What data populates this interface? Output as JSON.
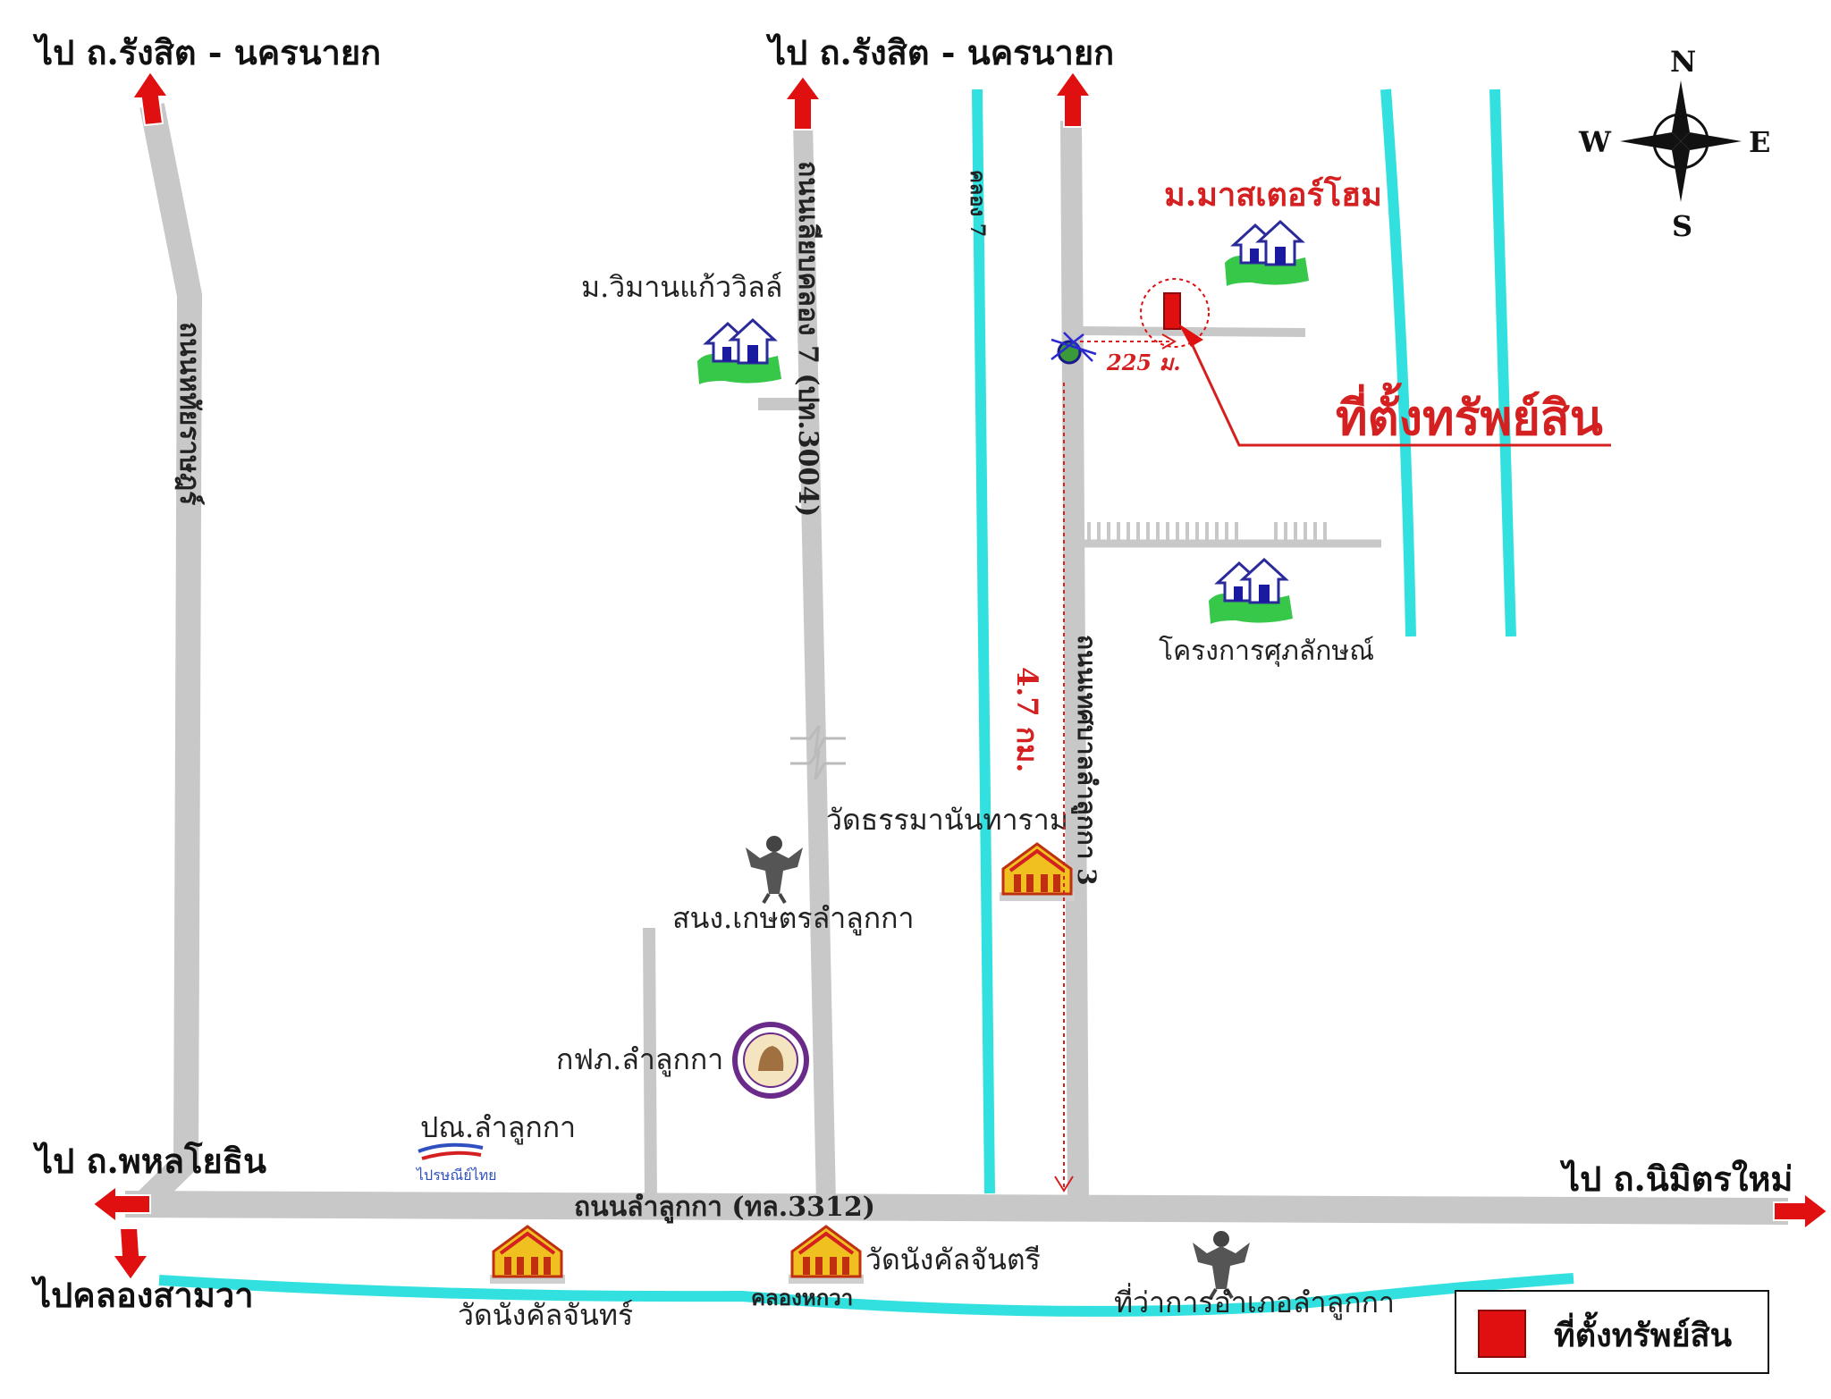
{
  "map": {
    "destinations": {
      "north_west": "ไป ถ.รังสิต - นครนายก",
      "north_center": "ไป ถ.รังสิต - นครนายก",
      "west": "ไป ถ.พหลโยธิน",
      "south_west": "ไปคลองสามวา",
      "east": "ไป ถ.นิมิตรใหม่"
    },
    "roads": {
      "left_vertical": "ถนนเลียบคลอง 7 (ปท.3004)",
      "far_left_vertical": "ถนนหทัยราษฎร์",
      "right_vertical": "ถนนเทศบาลลำลูกกา 3",
      "main_horizontal": "ถนนลำลูกกา (ทล.3312)"
    },
    "canals": {
      "klong7": "คลอง 7",
      "south_canal": "คลองหกวา"
    },
    "places": {
      "master_home": "ม.มาสเตอร์โฮม",
      "wimarn_kaew": "ม.วิมานแก้ววิลล์",
      "suphalak": "โครงการศุภลักษณ์",
      "wat_thammanan": "วัดธรรมานันทาราม",
      "agri_office": "สนง.เกษตรลำลูกกา",
      "pea_office": "กฟภ.ลำลูกกา",
      "post_office": "ปณ.ลำลูกกา",
      "post_logo_text": "ไปรษณีย์ไทย",
      "wat_nang_kan_chan": "วัดนังคัลจันทร์",
      "wat_nang_kan_chantri": "วัดนังคัลจันตรี",
      "district_office": "ที่ว่าการอำเภอลำลูกกา"
    },
    "property_label": "ที่ตั้งทรัพย์สิน",
    "distance_short": "225 ม.",
    "distance_long": "4.7 กม.",
    "compass": {
      "n": "N",
      "s": "S",
      "e": "E",
      "w": "W"
    },
    "legend": {
      "label": "ที่ตั้งทรัพย์สิน"
    },
    "colors": {
      "road": "#c8c8c8",
      "canal": "#33e0e0",
      "arrow": "#e01010",
      "property": "#e01010",
      "route_line": "#d42020",
      "label_red": "#d42020"
    }
  }
}
